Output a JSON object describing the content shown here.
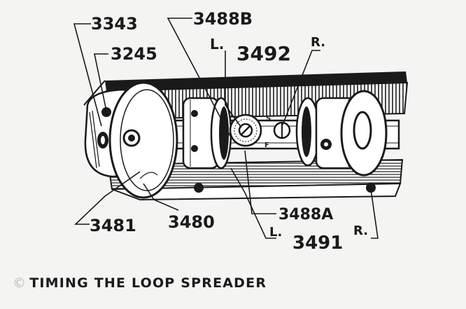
{
  "figure": {
    "caption": "TIMING THE LOOP SPREADER",
    "copyright_mark": "©",
    "labels": {
      "p3343": "3343",
      "p3245": "3245",
      "p3488b": "3488B",
      "l_top": "L.",
      "p3492": "3492",
      "r_top": "R.",
      "p3481": "3481",
      "p3480": "3480",
      "p3488a": "3488A",
      "l_bottom": "L.",
      "p3491": "3491",
      "r_bottom": "R.",
      "mark_s": "S",
      "mark_f": "F"
    }
  }
}
